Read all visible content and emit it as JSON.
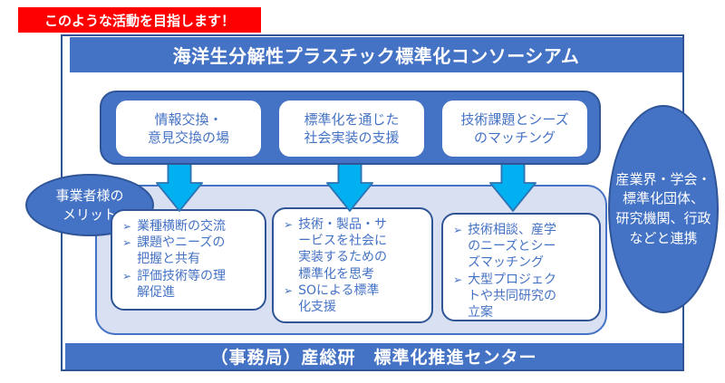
{
  "colors": {
    "accent_blue": "#4472C4",
    "border_blue": "#2F5597",
    "light_panel": "#D9E0F1",
    "arrow_cyan": "#00B0F0",
    "arrow_border": "#2E75B6",
    "banner_red": "#FF0000",
    "text_blue": "#4472C4"
  },
  "banner": {
    "label": "このような活動を目指します！"
  },
  "header": {
    "title": "海洋生分解性プラスチック標準化コンソーシアム"
  },
  "functions": [
    {
      "label": "情報交換・\n意見交換の場"
    },
    {
      "label": "標準化を通じた\n社会実装の支援"
    },
    {
      "label": "技術課題とシーズ\nのマッチング"
    }
  ],
  "bullet_char": "➢",
  "benefit_boxes": [
    {
      "items": [
        "業種横断の交流",
        "課題やニーズの把握と共有",
        "評価技術等の理解促進"
      ]
    },
    {
      "items": [
        "技術・製品・サービスを社会に実装するための標準化を思考",
        "SOによる標準化支援"
      ]
    },
    {
      "items": [
        "技術相談、産学のニーズとシーズマッチング",
        "大型プロジェクトや共同研究の立案"
      ]
    }
  ],
  "left_ellipse": {
    "label": "事業者様の\nメリット"
  },
  "right_ellipse": {
    "label": "産業界・学会・\n標準化団体、\n研究機関、行政\nなどと連携"
  },
  "footer": {
    "label": "（事務局）産総研　標準化推進センター"
  }
}
